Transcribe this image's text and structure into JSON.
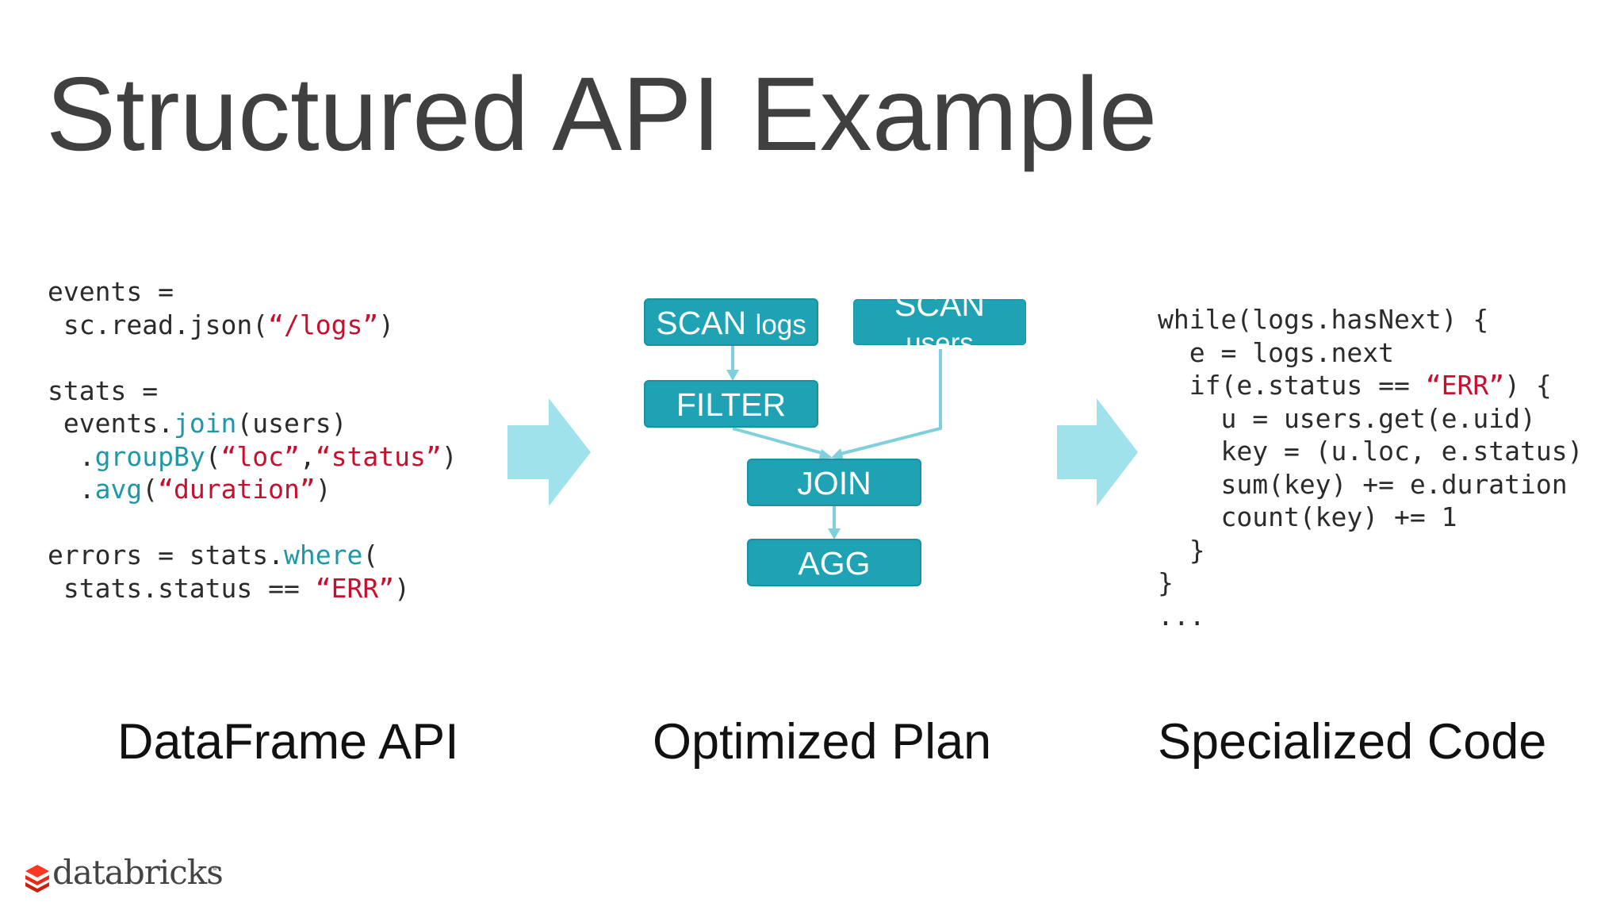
{
  "title": "Structured API Example",
  "dataframe_code": [
    [
      {
        "t": "events ="
      }
    ],
    [
      {
        "t": " sc.read.json("
      },
      {
        "t": "“/logs”",
        "c": "str"
      },
      {
        "t": ")"
      }
    ],
    [
      {
        "t": ""
      }
    ],
    [
      {
        "t": "stats ="
      }
    ],
    [
      {
        "t": " events."
      },
      {
        "t": "join",
        "c": "fn"
      },
      {
        "t": "(users)"
      }
    ],
    [
      {
        "t": "  ."
      },
      {
        "t": "groupBy",
        "c": "fn"
      },
      {
        "t": "("
      },
      {
        "t": "“loc”",
        "c": "str"
      },
      {
        "t": ","
      },
      {
        "t": "“status”",
        "c": "str"
      },
      {
        "t": ")"
      }
    ],
    [
      {
        "t": "  ."
      },
      {
        "t": "avg",
        "c": "fn"
      },
      {
        "t": "("
      },
      {
        "t": "“duration”",
        "c": "str"
      },
      {
        "t": ")"
      }
    ],
    [
      {
        "t": ""
      }
    ],
    [
      {
        "t": "errors = stats."
      },
      {
        "t": "where",
        "c": "fn"
      },
      {
        "t": "("
      }
    ],
    [
      {
        "t": " stats.status == "
      },
      {
        "t": "“ERR”",
        "c": "str"
      },
      {
        "t": ")"
      }
    ]
  ],
  "plan": {
    "nodes": {
      "scan_logs": {
        "main": "SCAN",
        "sub": "logs"
      },
      "scan_users": {
        "main": "SCAN",
        "sub": "users"
      },
      "filter": "FILTER",
      "join": "JOIN",
      "agg": "AGG"
    }
  },
  "specialized_code": [
    [
      {
        "t": "while(logs.hasNext) {"
      }
    ],
    [
      {
        "t": "  e = logs.next"
      }
    ],
    [
      {
        "t": "  if(e.status == "
      },
      {
        "t": "“ERR”",
        "c": "str"
      },
      {
        "t": ") {"
      }
    ],
    [
      {
        "t": "    u = users.get(e.uid)"
      }
    ],
    [
      {
        "t": "    key = (u.loc, e.status)"
      }
    ],
    [
      {
        "t": "    sum(key) += e.duration"
      }
    ],
    [
      {
        "t": "    count(key) += 1"
      }
    ],
    [
      {
        "t": "  }"
      }
    ],
    [
      {
        "t": "}"
      }
    ],
    [
      {
        "t": "..."
      }
    ]
  ],
  "captions": {
    "left": "DataFrame API",
    "middle": "Optimized Plan",
    "right": "Specialized Code"
  },
  "logo": {
    "text": "databricks",
    "mark": "™"
  },
  "colors": {
    "node": "#1ea2b4",
    "arrow": "#9fe2ec",
    "string": "#c8102e",
    "function": "#1f98a6",
    "title": "#404040"
  }
}
